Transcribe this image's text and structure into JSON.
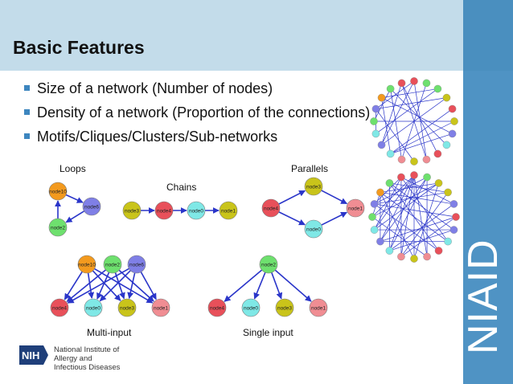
{
  "slide": {
    "title": "Basic Features",
    "bullets": [
      "Size of a network (Number of nodes)",
      "Density of a network (Proportion of the connections)",
      "Motifs/Cliques/Clusters/Sub-networks"
    ],
    "brand_vertical": "NIAID",
    "footer": {
      "logo": "NIH",
      "line1": "National Institute of",
      "line2": "Allergy and",
      "line3": "Infectious Diseases"
    }
  },
  "colors": {
    "orange": "#f39a1e",
    "blue": "#7f7fe6",
    "green": "#6ee06e",
    "yellow": "#c9c41a",
    "red": "#e8505a",
    "cyan": "#7fe8e6",
    "pink": "#f08d93",
    "edge": "#2a35c9"
  },
  "motifs": {
    "loops": {
      "label": "Loops",
      "nodes": [
        {
          "id": "n10",
          "text": "node10",
          "color": "orange"
        },
        {
          "id": "n6",
          "text": "node6",
          "color": "blue"
        },
        {
          "id": "n2",
          "text": "node2",
          "color": "green"
        }
      ],
      "edges": [
        [
          "n10",
          "n6"
        ],
        [
          "n6",
          "n2"
        ],
        [
          "n2",
          "n10"
        ]
      ]
    },
    "chains": {
      "label": "Chains",
      "nodes": [
        {
          "id": "n3",
          "text": "node3",
          "color": "yellow"
        },
        {
          "id": "n4",
          "text": "node4",
          "color": "red"
        },
        {
          "id": "n0",
          "text": "node0",
          "color": "cyan"
        },
        {
          "id": "n1",
          "text": "node1",
          "color": "yellow"
        }
      ],
      "edges": [
        [
          "n3",
          "n4"
        ],
        [
          "n4",
          "n0"
        ],
        [
          "n0",
          "n1"
        ]
      ]
    },
    "parallels": {
      "label": "Parallels",
      "nodes": [
        {
          "id": "n3",
          "text": "node3",
          "color": "yellow"
        },
        {
          "id": "n4",
          "text": "node4",
          "color": "red"
        },
        {
          "id": "n1",
          "text": "node1",
          "color": "pink"
        },
        {
          "id": "n0",
          "text": "node0",
          "color": "cyan"
        }
      ],
      "edges": [
        [
          "n4",
          "n3"
        ],
        [
          "n4",
          "n0"
        ],
        [
          "n3",
          "n1"
        ],
        [
          "n0",
          "n1"
        ]
      ]
    },
    "multi_input": {
      "label": "Multi-input",
      "nodes": [
        {
          "id": "n10",
          "text": "node10",
          "color": "orange"
        },
        {
          "id": "n2",
          "text": "node2",
          "color": "green"
        },
        {
          "id": "n6",
          "text": "node6",
          "color": "blue"
        },
        {
          "id": "n4",
          "text": "node4",
          "color": "red"
        },
        {
          "id": "n0",
          "text": "node0",
          "color": "cyan"
        },
        {
          "id": "n3",
          "text": "node3",
          "color": "yellow"
        },
        {
          "id": "n1",
          "text": "node1",
          "color": "pink"
        }
      ],
      "edges": [
        [
          "n10",
          "n4"
        ],
        [
          "n10",
          "n0"
        ],
        [
          "n10",
          "n3"
        ],
        [
          "n10",
          "n1"
        ],
        [
          "n2",
          "n4"
        ],
        [
          "n2",
          "n0"
        ],
        [
          "n2",
          "n3"
        ],
        [
          "n2",
          "n1"
        ],
        [
          "n6",
          "n4"
        ],
        [
          "n6",
          "n0"
        ],
        [
          "n6",
          "n3"
        ],
        [
          "n6",
          "n1"
        ]
      ]
    },
    "single_input": {
      "label": "Single input",
      "nodes": [
        {
          "id": "n2",
          "text": "node2",
          "color": "green"
        },
        {
          "id": "n4",
          "text": "node4",
          "color": "red"
        },
        {
          "id": "n0",
          "text": "node0",
          "color": "cyan"
        },
        {
          "id": "n3",
          "text": "node3",
          "color": "yellow"
        },
        {
          "id": "n1",
          "text": "node1",
          "color": "pink"
        }
      ],
      "edges": [
        [
          "n2",
          "n4"
        ],
        [
          "n2",
          "n0"
        ],
        [
          "n2",
          "n3"
        ],
        [
          "n2",
          "n1"
        ]
      ]
    }
  },
  "circle_networks": [
    {
      "node_colors": [
        "red",
        "green",
        "green",
        "yellow",
        "red",
        "yellow",
        "blue",
        "cyan",
        "red",
        "pink",
        "yellow",
        "pink",
        "cyan",
        "blue",
        "cyan",
        "green",
        "blue",
        "orange",
        "green",
        "red"
      ],
      "edges": [
        [
          0,
          9
        ],
        [
          0,
          13
        ],
        [
          1,
          11
        ],
        [
          2,
          14
        ],
        [
          3,
          16
        ],
        [
          4,
          12
        ],
        [
          5,
          15
        ],
        [
          6,
          17
        ],
        [
          7,
          18
        ],
        [
          8,
          19
        ],
        [
          10,
          16
        ],
        [
          11,
          18
        ],
        [
          12,
          17
        ],
        [
          13,
          19
        ],
        [
          14,
          16
        ],
        [
          15,
          18
        ],
        [
          0,
          16
        ],
        [
          3,
          13
        ],
        [
          6,
          12
        ],
        [
          9,
          19
        ],
        [
          2,
          17
        ],
        [
          5,
          12
        ]
      ]
    },
    {
      "node_colors": [
        "red",
        "green",
        "yellow",
        "yellow",
        "blue",
        "red",
        "blue",
        "cyan",
        "red",
        "pink",
        "yellow",
        "pink",
        "cyan",
        "blue",
        "cyan",
        "green",
        "blue",
        "orange",
        "green",
        "red"
      ],
      "edges": [
        [
          0,
          9
        ],
        [
          0,
          10
        ],
        [
          0,
          11
        ],
        [
          0,
          12
        ],
        [
          0,
          13
        ],
        [
          0,
          14
        ],
        [
          0,
          15
        ],
        [
          1,
          12
        ],
        [
          1,
          13
        ],
        [
          1,
          16
        ],
        [
          2,
          14
        ],
        [
          2,
          15
        ],
        [
          2,
          17
        ],
        [
          3,
          11
        ],
        [
          3,
          16
        ],
        [
          3,
          18
        ],
        [
          4,
          12
        ],
        [
          4,
          17
        ],
        [
          4,
          19
        ],
        [
          5,
          13
        ],
        [
          5,
          16
        ],
        [
          6,
          14
        ],
        [
          6,
          18
        ],
        [
          7,
          17
        ],
        [
          7,
          19
        ],
        [
          8,
          16
        ],
        [
          8,
          18
        ],
        [
          9,
          15
        ],
        [
          10,
          17
        ],
        [
          11,
          19
        ],
        [
          12,
          18
        ],
        [
          13,
          17
        ],
        [
          14,
          19
        ],
        [
          15,
          17
        ],
        [
          16,
          19
        ],
        [
          1,
          9
        ],
        [
          2,
          10
        ],
        [
          5,
          11
        ],
        [
          6,
          12
        ],
        [
          7,
          13
        ]
      ]
    }
  ]
}
